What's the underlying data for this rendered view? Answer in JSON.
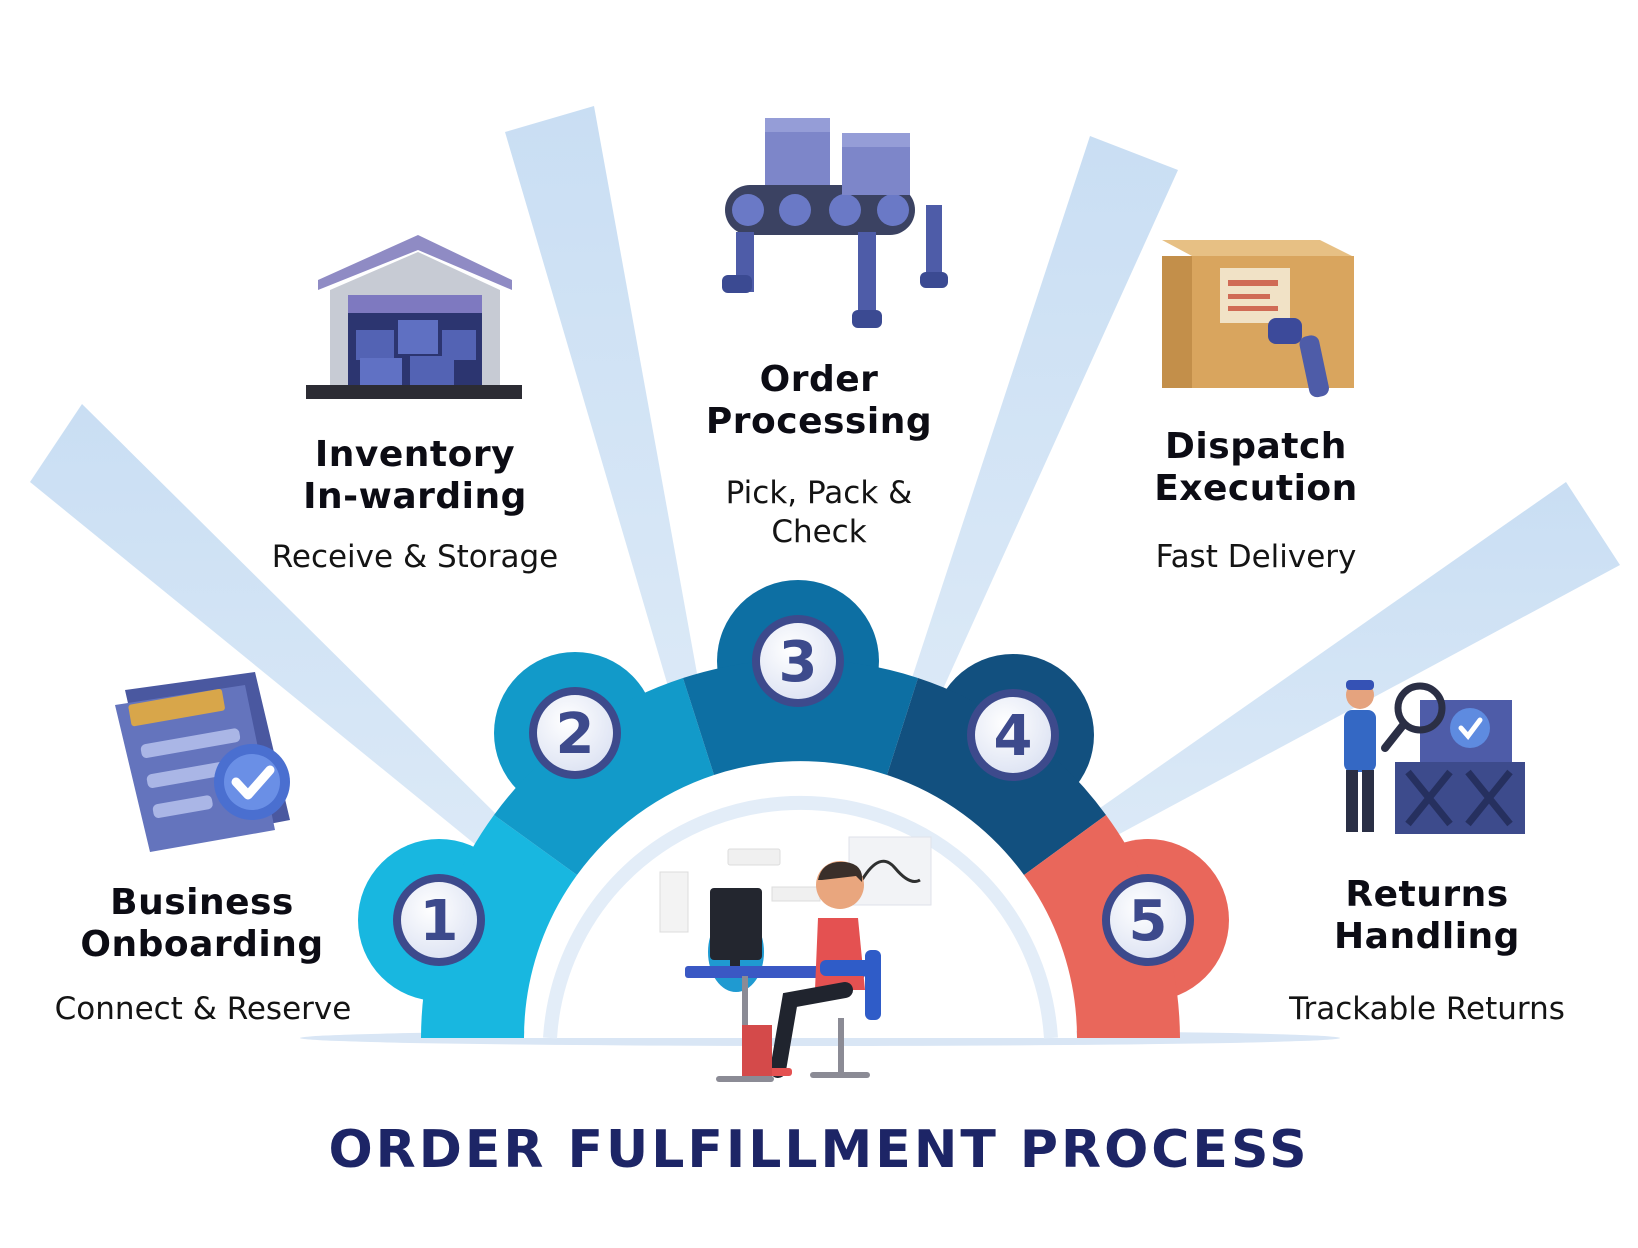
{
  "title": "ORDER FULFILLMENT PROCESS",
  "colors": {
    "step1": "#18b7e0",
    "step2": "#129ac9",
    "step3": "#0d6fa3",
    "step4": "#12507f",
    "step5": "#e9675b",
    "ray": "#bcd8f0",
    "badge": "#3d4a8c",
    "title": "#1d2566"
  },
  "steps": [
    {
      "number": "1",
      "title_lines": [
        "Business",
        "Onboarding"
      ],
      "desc_lines": [
        "Connect & Reserve"
      ],
      "icon": "approval-document-icon"
    },
    {
      "number": "2",
      "title_lines": [
        "Inventory",
        "In-warding"
      ],
      "desc_lines": [
        "Receive & Storage"
      ],
      "icon": "warehouse-icon"
    },
    {
      "number": "3",
      "title_lines": [
        "Order",
        "Processing"
      ],
      "desc_lines": [
        "Pick, Pack &",
        "Check"
      ],
      "icon": "conveyor-belt-icon"
    },
    {
      "number": "4",
      "title_lines": [
        "Dispatch",
        "Execution"
      ],
      "desc_lines": [
        "Fast Delivery"
      ],
      "icon": "package-scanner-icon"
    },
    {
      "number": "5",
      "title_lines": [
        "Returns",
        "Handling"
      ],
      "desc_lines": [
        "Trackable Returns"
      ],
      "icon": "returns-inspection-icon"
    }
  ],
  "center_illustration": "designer-at-desk-icon"
}
